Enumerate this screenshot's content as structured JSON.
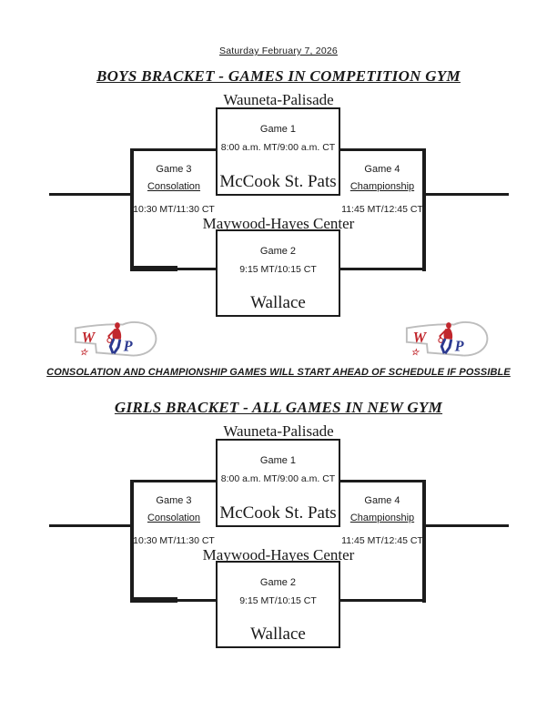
{
  "page": {
    "date": "Saturday February 7, 2026",
    "note": "CONSOLATION AND CHAMPIONSHIP GAMES WILL START AHEAD OF SCHEDULE IF POSSIBLE"
  },
  "logo": {
    "letter_w": "W",
    "letter_p": "P",
    "star": "☆",
    "colors": {
      "red": "#c1272d",
      "blue": "#2b3990",
      "gray": "#bdbdbd"
    }
  },
  "brackets": [
    {
      "title": "BOYS BRACKET - GAMES IN COMPETITION GYM",
      "top_team": "Wauneta-Palisade",
      "middle_team": "Maywood-Hayes Center",
      "game1": {
        "label": "Game 1",
        "time": "8:00 a.m. MT/9:00 a.m. CT",
        "bottom_team": "McCook St. Pats"
      },
      "game2": {
        "label": "Game 2",
        "time": "9:15 MT/10:15 CT",
        "bottom_team": "Wallace"
      },
      "game3": {
        "label": "Game 3",
        "name": "Consolation",
        "time": "10:30 MT/11:30 CT"
      },
      "game4": {
        "label": "Game 4",
        "name": "Championship",
        "time": "11:45 MT/12:45 CT"
      }
    },
    {
      "title": "GIRLS BRACKET - ALL GAMES IN NEW GYM",
      "top_team": "Wauneta-Palisade",
      "middle_team": "Maywood-Hayes Center",
      "game1": {
        "label": "Game 1",
        "time": "8:00 a.m. MT/9:00 a.m. CT",
        "bottom_team": "McCook St. Pats"
      },
      "game2": {
        "label": "Game 2",
        "time": "9:15 MT/10:15 CT",
        "bottom_team": "Wallace"
      },
      "game3": {
        "label": "Game 3",
        "name": "Consolation",
        "time": "10:30 MT/11:30 CT"
      },
      "game4": {
        "label": "Game 4",
        "name": "Championship",
        "time": "11:45 MT/12:45 CT"
      }
    }
  ]
}
